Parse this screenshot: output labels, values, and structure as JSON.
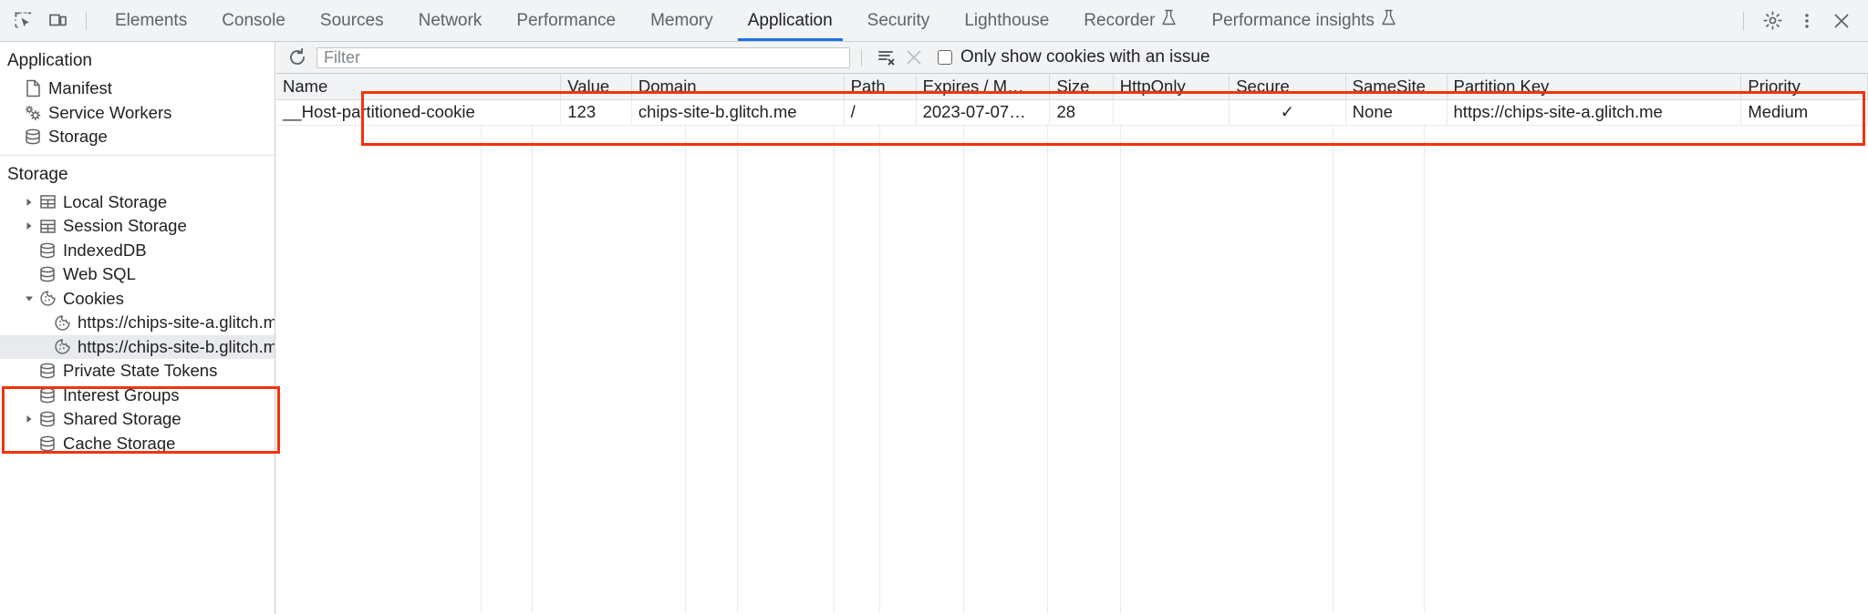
{
  "tabbar": {
    "inspect_icon": "inspect-element-icon",
    "device_icon": "device-toolbar-icon",
    "tabs": [
      {
        "label": "Elements",
        "active": false,
        "experimental": false
      },
      {
        "label": "Console",
        "active": false,
        "experimental": false
      },
      {
        "label": "Sources",
        "active": false,
        "experimental": false
      },
      {
        "label": "Network",
        "active": false,
        "experimental": false
      },
      {
        "label": "Performance",
        "active": false,
        "experimental": false
      },
      {
        "label": "Memory",
        "active": false,
        "experimental": false
      },
      {
        "label": "Application",
        "active": true,
        "experimental": false
      },
      {
        "label": "Security",
        "active": false,
        "experimental": false
      },
      {
        "label": "Lighthouse",
        "active": false,
        "experimental": false
      },
      {
        "label": "Recorder",
        "active": false,
        "experimental": true
      },
      {
        "label": "Performance insights",
        "active": false,
        "experimental": true
      }
    ],
    "settings_icon": "gear-icon",
    "more_icon": "more-options-icon",
    "close_icon": "close-icon"
  },
  "sidebar": {
    "application": {
      "title": "Application",
      "items": [
        {
          "label": "Manifest",
          "icon": "manifest-document-icon",
          "arrow": false,
          "selected": false
        },
        {
          "label": "Service Workers",
          "icon": "service-workers-gears-icon",
          "arrow": false,
          "selected": false
        },
        {
          "label": "Storage",
          "icon": "storage-database-icon",
          "arrow": false,
          "selected": false
        }
      ]
    },
    "storage": {
      "title": "Storage",
      "items": [
        {
          "label": "Local Storage",
          "icon": "table-icon",
          "arrow": "collapsed",
          "selected": false,
          "indent": 1
        },
        {
          "label": "Session Storage",
          "icon": "table-icon",
          "arrow": "collapsed",
          "selected": false,
          "indent": 1
        },
        {
          "label": "IndexedDB",
          "icon": "database-icon",
          "arrow": false,
          "selected": false,
          "indent": 1
        },
        {
          "label": "Web SQL",
          "icon": "database-icon",
          "arrow": false,
          "selected": false,
          "indent": 1
        },
        {
          "label": "Cookies",
          "icon": "cookie-icon",
          "arrow": "expanded",
          "selected": false,
          "indent": 1
        },
        {
          "label": "https://chips-site-a.glitch.me",
          "icon": "cookie-icon",
          "arrow": false,
          "selected": false,
          "indent": 2
        },
        {
          "label": "https://chips-site-b.glitch.me",
          "icon": "cookie-icon",
          "arrow": false,
          "selected": true,
          "indent": 2
        },
        {
          "label": "Private State Tokens",
          "icon": "database-icon",
          "arrow": false,
          "selected": false,
          "indent": 1
        },
        {
          "label": "Interest Groups",
          "icon": "database-icon",
          "arrow": false,
          "selected": false,
          "indent": 1
        },
        {
          "label": "Shared Storage",
          "icon": "database-icon",
          "arrow": "collapsed",
          "selected": false,
          "indent": 1
        },
        {
          "label": "Cache Storage",
          "icon": "database-icon",
          "arrow": false,
          "selected": false,
          "indent": 1
        }
      ]
    }
  },
  "toolbar": {
    "refresh_icon": "refresh-icon",
    "filter_placeholder": "Filter",
    "filter_value": "",
    "clear_all_icon": "clear-all-cookies-icon",
    "delete_icon": "delete-selected-cookie-icon",
    "issue_checkbox_label": "Only show cookies with an issue",
    "issue_checkbox_checked": false
  },
  "cookie_table": {
    "columns": [
      "Name",
      "Value",
      "Domain",
      "Path",
      "Expires / M…",
      "Size",
      "HttpOnly",
      "Secure",
      "SameSite",
      "Partition Key",
      "Priority"
    ],
    "rows": [
      {
        "Name": "__Host-partitioned-cookie",
        "Value": "123",
        "Domain": "chips-site-b.glitch.me",
        "Path": "/",
        "Expires / M…": "2023-07-07…",
        "Size": "28",
        "HttpOnly": "",
        "Secure": "✓",
        "SameSite": "None",
        "Partition Key": "https://chips-site-a.glitch.me",
        "Priority": "Medium"
      }
    ]
  },
  "annotations": {
    "highlight_color": "#f4320c",
    "boxes": [
      {
        "name": "cookies-tree-highlight"
      },
      {
        "name": "cookie-table-highlight"
      }
    ]
  }
}
